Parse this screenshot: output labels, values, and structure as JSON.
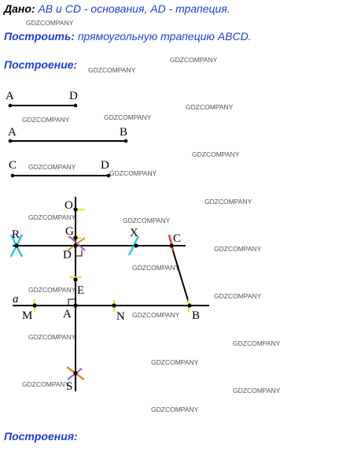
{
  "text": {
    "given_label": "Дано:",
    "given_ab_cd": "AB",
    "given_and": " и ",
    "given_cd": "CD",
    "given_bases": " - основания, ",
    "given_ad": "AD",
    "given_trap": " - трапеция.",
    "build_label": "Построить:",
    "build_text": " прямоугольную трапецию ",
    "build_abcd": "ABCD",
    "build_dot": ".",
    "construction_label": "Построение:",
    "constructions_label": "Построения:"
  },
  "watermark": "GDZCOMPANY",
  "labels": {
    "seg_ad_a": "A",
    "seg_ad_d": "D",
    "seg_ab_a": "A",
    "seg_ab_b": "B",
    "seg_cd_c": "C",
    "seg_cd_d": "D",
    "O": "O",
    "G": "G",
    "R": "R",
    "X": "X",
    "C": "C",
    "D": "D",
    "E": "E",
    "a": "a",
    "M": "M",
    "A": "A",
    "N": "N",
    "B": "B",
    "S": "S"
  },
  "colors": {
    "title_blue": "#1f3fd1",
    "mark_yellow": "#f4e04a",
    "mark_cyan": "#29c6d8",
    "mark_red": "#e0413a",
    "mark_orange": "#e2892c",
    "mark_purple": "#9a56c6"
  }
}
